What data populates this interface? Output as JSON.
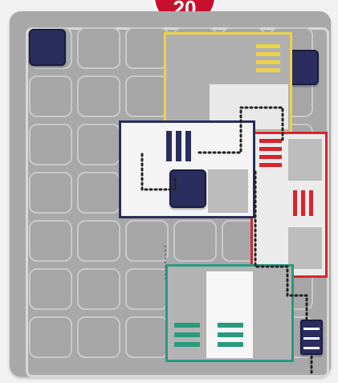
{
  "puzzle": {
    "number": "20"
  },
  "colors": {
    "board": "#a8a8a8",
    "navy": "#2b2d5e",
    "yellow": "#ecd24a",
    "red": "#d9232d",
    "teal": "#2a9a7e",
    "badge": "#c8102e"
  },
  "pieces": [
    {
      "name": "yellow-piece",
      "color": "yellow"
    },
    {
      "name": "navy-piece",
      "color": "navy"
    },
    {
      "name": "red-piece",
      "color": "red"
    },
    {
      "name": "teal-piece",
      "color": "teal"
    }
  ],
  "icons": [
    "peg-icon",
    "stripe-icon",
    "path-dots"
  ]
}
